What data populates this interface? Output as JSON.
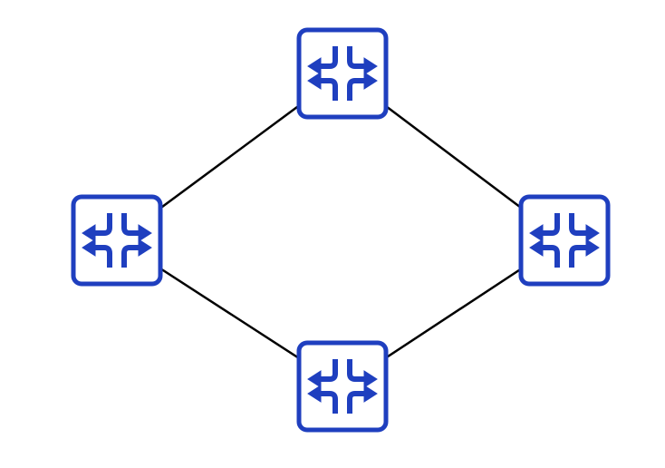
{
  "colors": {
    "background": "#ffffff",
    "node_fill": "#ffffff",
    "node_stroke": "#1f3fbf",
    "icon": "#1f3fbf",
    "link": "#000000"
  },
  "nodes": [
    {
      "id": "top",
      "icon": "router-icon"
    },
    {
      "id": "left",
      "icon": "router-icon"
    },
    {
      "id": "right",
      "icon": "router-icon"
    },
    {
      "id": "bottom",
      "icon": "router-icon"
    }
  ],
  "links": [
    {
      "from": "top",
      "to": "left"
    },
    {
      "from": "top",
      "to": "right"
    },
    {
      "from": "left",
      "to": "bottom"
    },
    {
      "from": "right",
      "to": "bottom"
    }
  ]
}
